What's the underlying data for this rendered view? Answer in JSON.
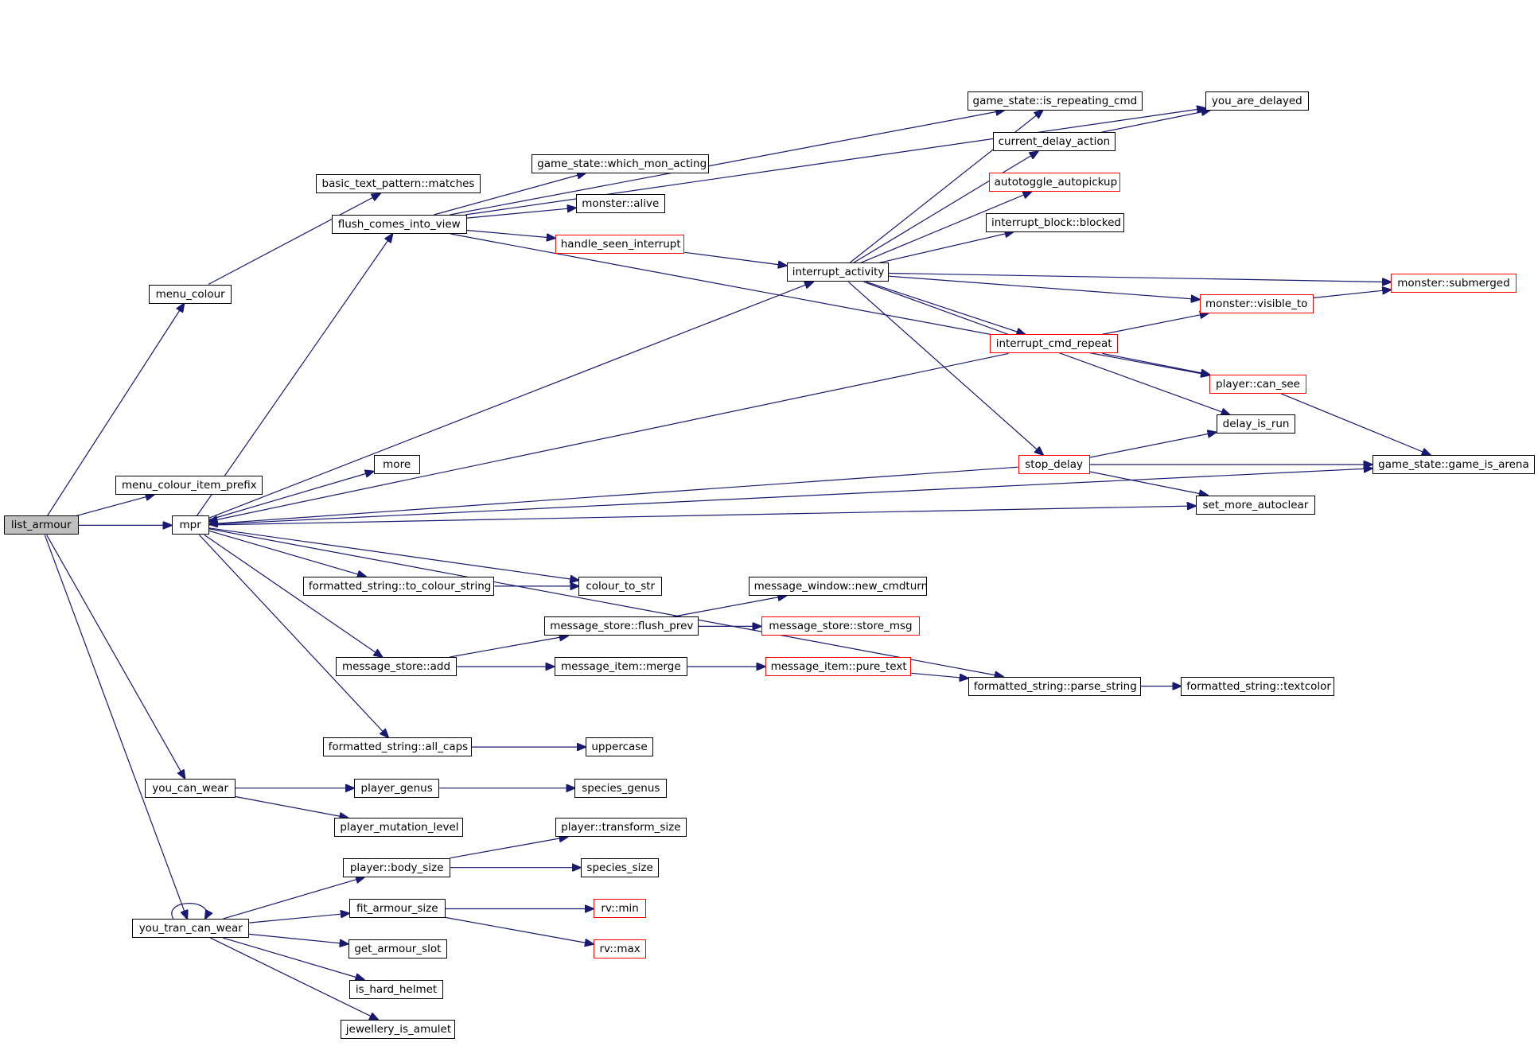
{
  "diagram": {
    "type": "call-graph",
    "colors": {
      "edge": "#191970",
      "root_fill": "#bfbfbf",
      "node_border": "#000000",
      "truncated_border": "#ff0000"
    },
    "nodes": [
      {
        "id": "list_armour",
        "label": "list_armour",
        "style": "root"
      },
      {
        "id": "menu_colour",
        "label": "menu_colour",
        "style": "normal"
      },
      {
        "id": "basic_text_pattern_matches",
        "label": "basic_text_pattern::matches",
        "style": "normal"
      },
      {
        "id": "menu_colour_item_prefix",
        "label": "menu_colour_item_prefix",
        "style": "normal"
      },
      {
        "id": "mpr",
        "label": "mpr",
        "style": "normal"
      },
      {
        "id": "you_can_wear",
        "label": "you_can_wear",
        "style": "normal"
      },
      {
        "id": "you_tran_can_wear",
        "label": "you_tran_can_wear",
        "style": "normal"
      },
      {
        "id": "flush_comes_into_view",
        "label": "flush_comes_into_view",
        "style": "normal"
      },
      {
        "id": "more",
        "label": "more",
        "style": "normal"
      },
      {
        "id": "fs_to_colour_string",
        "label": "formatted_string::to_colour_string",
        "style": "normal"
      },
      {
        "id": "message_store_add",
        "label": "message_store::add",
        "style": "normal"
      },
      {
        "id": "fs_all_caps",
        "label": "formatted_string::all_caps",
        "style": "normal"
      },
      {
        "id": "player_genus",
        "label": "player_genus",
        "style": "normal"
      },
      {
        "id": "player_mutation_level",
        "label": "player_mutation_level",
        "style": "normal"
      },
      {
        "id": "player_body_size",
        "label": "player::body_size",
        "style": "normal"
      },
      {
        "id": "fit_armour_size",
        "label": "fit_armour_size",
        "style": "normal"
      },
      {
        "id": "get_armour_slot",
        "label": "get_armour_slot",
        "style": "normal"
      },
      {
        "id": "is_hard_helmet",
        "label": "is_hard_helmet",
        "style": "normal"
      },
      {
        "id": "jewellery_is_amulet",
        "label": "jewellery_is_amulet",
        "style": "normal"
      },
      {
        "id": "game_state_which_mon_acting",
        "label": "game_state::which_mon_acting",
        "style": "normal"
      },
      {
        "id": "monster_alive",
        "label": "monster::alive",
        "style": "normal"
      },
      {
        "id": "handle_seen_interrupt",
        "label": "handle_seen_interrupt",
        "style": "truncated"
      },
      {
        "id": "colour_to_str",
        "label": "colour_to_str",
        "style": "normal"
      },
      {
        "id": "message_store_flush_prev",
        "label": "message_store::flush_prev",
        "style": "normal"
      },
      {
        "id": "message_item_merge",
        "label": "message_item::merge",
        "style": "normal"
      },
      {
        "id": "uppercase",
        "label": "uppercase",
        "style": "normal"
      },
      {
        "id": "species_genus",
        "label": "species_genus",
        "style": "normal"
      },
      {
        "id": "player_transform_size",
        "label": "player::transform_size",
        "style": "normal"
      },
      {
        "id": "species_size",
        "label": "species_size",
        "style": "normal"
      },
      {
        "id": "rv_min",
        "label": "rv::min",
        "style": "truncated"
      },
      {
        "id": "rv_max",
        "label": "rv::max",
        "style": "truncated"
      },
      {
        "id": "message_window_new_cmdturn",
        "label": "message_window::new_cmdturn",
        "style": "normal"
      },
      {
        "id": "message_store_store_msg",
        "label": "message_store::store_msg",
        "style": "truncated"
      },
      {
        "id": "message_item_pure_text",
        "label": "message_item::pure_text",
        "style": "truncated"
      },
      {
        "id": "interrupt_activity",
        "label": "interrupt_activity",
        "style": "normal"
      },
      {
        "id": "game_state_is_repeating_cmd",
        "label": "game_state::is_repeating_cmd",
        "style": "normal"
      },
      {
        "id": "current_delay_action",
        "label": "current_delay_action",
        "style": "normal"
      },
      {
        "id": "autotoggle_autopickup",
        "label": "autotoggle_autopickup",
        "style": "truncated"
      },
      {
        "id": "interrupt_block_blocked",
        "label": "interrupt_block::blocked",
        "style": "normal"
      },
      {
        "id": "interrupt_cmd_repeat",
        "label": "interrupt_cmd_repeat",
        "style": "truncated"
      },
      {
        "id": "stop_delay",
        "label": "stop_delay",
        "style": "truncated"
      },
      {
        "id": "fs_parse_string",
        "label": "formatted_string::parse_string",
        "style": "normal"
      },
      {
        "id": "you_are_delayed",
        "label": "you_are_delayed",
        "style": "normal"
      },
      {
        "id": "monster_visible_to",
        "label": "monster::visible_to",
        "style": "truncated"
      },
      {
        "id": "player_can_see",
        "label": "player::can_see",
        "style": "truncated"
      },
      {
        "id": "delay_is_run",
        "label": "delay_is_run",
        "style": "normal"
      },
      {
        "id": "set_more_autoclear",
        "label": "set_more_autoclear",
        "style": "normal"
      },
      {
        "id": "fs_textcolor",
        "label": "formatted_string::textcolor",
        "style": "normal"
      },
      {
        "id": "monster_submerged",
        "label": "monster::submerged",
        "style": "truncated"
      },
      {
        "id": "game_state_game_is_arena",
        "label": "game_state::game_is_arena",
        "style": "normal"
      }
    ],
    "edges": [
      [
        "list_armour",
        "menu_colour"
      ],
      [
        "list_armour",
        "menu_colour_item_prefix"
      ],
      [
        "list_armour",
        "mpr"
      ],
      [
        "list_armour",
        "you_can_wear"
      ],
      [
        "list_armour",
        "you_tran_can_wear"
      ],
      [
        "menu_colour",
        "basic_text_pattern_matches"
      ],
      [
        "mpr",
        "flush_comes_into_view"
      ],
      [
        "mpr",
        "interrupt_activity"
      ],
      [
        "mpr",
        "more"
      ],
      [
        "mpr",
        "fs_to_colour_string"
      ],
      [
        "mpr",
        "colour_to_str"
      ],
      [
        "mpr",
        "message_store_add"
      ],
      [
        "mpr",
        "fs_parse_string"
      ],
      [
        "mpr",
        "fs_all_caps"
      ],
      [
        "mpr",
        "set_more_autoclear"
      ],
      [
        "mpr",
        "game_state_game_is_arena"
      ],
      [
        "flush_comes_into_view",
        "game_state_which_mon_acting"
      ],
      [
        "flush_comes_into_view",
        "monster_alive"
      ],
      [
        "flush_comes_into_view",
        "handle_seen_interrupt"
      ],
      [
        "flush_comes_into_view",
        "game_state_is_repeating_cmd"
      ],
      [
        "flush_comes_into_view",
        "you_are_delayed"
      ],
      [
        "flush_comes_into_view",
        "player_can_see"
      ],
      [
        "handle_seen_interrupt",
        "interrupt_activity"
      ],
      [
        "interrupt_activity",
        "game_state_is_repeating_cmd"
      ],
      [
        "interrupt_activity",
        "current_delay_action"
      ],
      [
        "interrupt_activity",
        "autotoggle_autopickup"
      ],
      [
        "interrupt_activity",
        "interrupt_block_blocked"
      ],
      [
        "interrupt_activity",
        "monster_submerged"
      ],
      [
        "interrupt_activity",
        "monster_visible_to"
      ],
      [
        "interrupt_activity",
        "interrupt_cmd_repeat"
      ],
      [
        "interrupt_activity",
        "stop_delay"
      ],
      [
        "interrupt_activity",
        "delay_is_run"
      ],
      [
        "current_delay_action",
        "you_are_delayed"
      ],
      [
        "interrupt_cmd_repeat",
        "monster_visible_to"
      ],
      [
        "interrupt_cmd_repeat",
        "player_can_see"
      ],
      [
        "interrupt_cmd_repeat",
        "mpr"
      ],
      [
        "monster_visible_to",
        "monster_submerged"
      ],
      [
        "player_can_see",
        "game_state_game_is_arena"
      ],
      [
        "stop_delay",
        "delay_is_run"
      ],
      [
        "stop_delay",
        "game_state_game_is_arena"
      ],
      [
        "stop_delay",
        "set_more_autoclear"
      ],
      [
        "stop_delay",
        "mpr"
      ],
      [
        "fs_to_colour_string",
        "colour_to_str"
      ],
      [
        "message_store_add",
        "message_store_flush_prev"
      ],
      [
        "message_store_add",
        "message_item_merge"
      ],
      [
        "message_store_flush_prev",
        "message_window_new_cmdturn"
      ],
      [
        "message_store_flush_prev",
        "message_store_store_msg"
      ],
      [
        "message_item_merge",
        "message_item_pure_text"
      ],
      [
        "message_item_pure_text",
        "fs_parse_string"
      ],
      [
        "fs_parse_string",
        "fs_textcolor"
      ],
      [
        "fs_all_caps",
        "uppercase"
      ],
      [
        "you_can_wear",
        "player_genus"
      ],
      [
        "you_can_wear",
        "player_mutation_level"
      ],
      [
        "player_genus",
        "species_genus"
      ],
      [
        "you_tran_can_wear",
        "you_tran_can_wear"
      ],
      [
        "you_tran_can_wear",
        "player_body_size"
      ],
      [
        "you_tran_can_wear",
        "fit_armour_size"
      ],
      [
        "you_tran_can_wear",
        "get_armour_slot"
      ],
      [
        "you_tran_can_wear",
        "is_hard_helmet"
      ],
      [
        "you_tran_can_wear",
        "jewellery_is_amulet"
      ],
      [
        "player_body_size",
        "player_transform_size"
      ],
      [
        "player_body_size",
        "species_size"
      ],
      [
        "fit_armour_size",
        "rv_min"
      ],
      [
        "fit_armour_size",
        "rv_max"
      ]
    ]
  }
}
